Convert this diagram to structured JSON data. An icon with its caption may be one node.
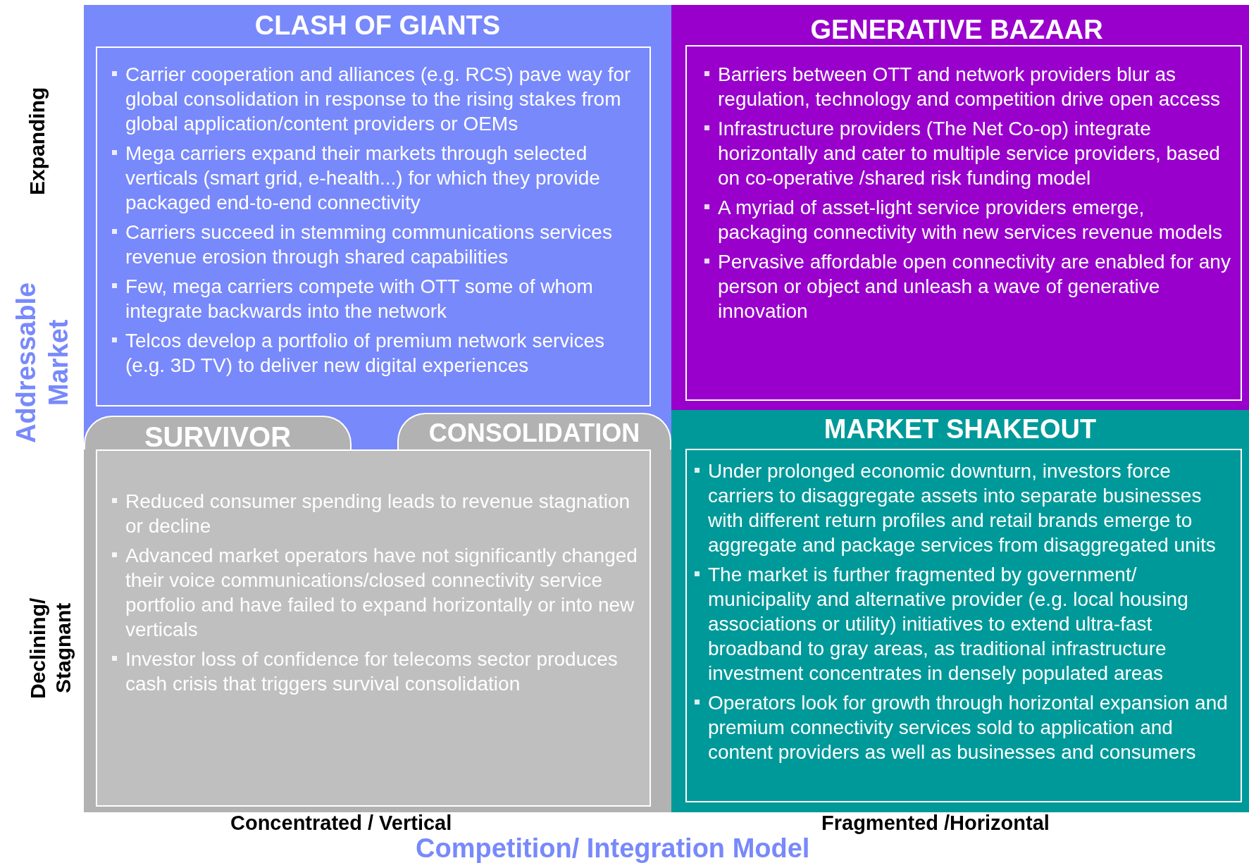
{
  "diagram": {
    "title": "Competition/ Integration Model",
    "nodes": [
      {
        "text": [
          "CLASH OF GIANTS",
          "Carrier cooperation and alliances (e.g. RCS) pave way for global consolidation in response to the rising stakes from global application/content providers or OEMs",
          "Mega carriers expand their markets through selected verticals (smart grid, e-health...) for which they provide packaged end-to-end connectivity",
          "Carriers succeed in stemming communications services revenue erosion through shared capabilities",
          "Few, mega carriers compete with OTT some of whom integrate backwards into the network",
          "Telcos develop a portfolio of premium network services (e.g. 3D TV)  to deliver new digital experiences"
        ]
      },
      {
        "text": [
          "GENERATIVE BAZAAR",
          "Barriers between OTT and network providers blur as regulation, technology and competition drive open access",
          "Infrastructure providers (The Net Co-op) integrate horizontally and cater to multiple service providers, based on co-operative  /shared risk  funding model",
          "A myriad of asset-light service providers emerge, packaging connectivity with new services revenue models",
          "Pervasive affordable open connectivity are enabled for any person or object and unleash a wave of generative innovation"
        ]
      },
      {
        "text": [
          "SURVIVOR",
          "CONSOLIDATION",
          "Reduced consumer spending leads to revenue stagnation or decline",
          "Advanced market operators have not significantly changed their voice communications/closed connectivity service portfolio and have failed to expand horizontally or into new verticals",
          "Investor loss of confidence for telecoms sector produces cash crisis that triggers survival consolidation"
        ]
      },
      {
        "text": [
          "MARKET SHAKEOUT",
          "Under prolonged economic downturn, investors force carriers to disaggregate assets into separate businesses with different return profiles and retail brands emerge to aggregate and package services from disaggregated units",
          "The market is further fragmented by government/ municipality and alternative provider (e.g. local housing associations or utility) initiatives to extend ultra-fast broadband to gray areas, as traditional infrastructure investment concentrates in densely populated areas",
          "Operators look for growth through horizontal expansion and premium connectivity services sold to application and content providers as well as businesses and consumers"
        ]
      }
    ],
    "edges": [],
    "labels": [
      "Expanding",
      "Addressable Market",
      "Declining/ Stagnant",
      "Concentrated / Vertical",
      "Fragmented /Horizontal"
    ]
  }
}
